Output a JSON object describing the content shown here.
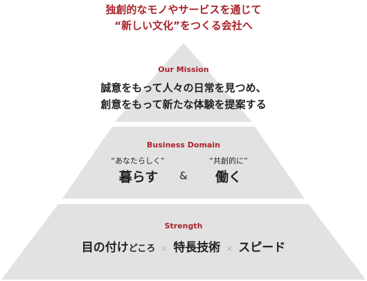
{
  "header": {
    "line1": "独創的なモノやサービスを通じて",
    "line2": "“新しい文化”をつくる会社へ"
  },
  "mission": {
    "title": "Our Mission",
    "line1": "誠意をもって人々の日常を見つめ、",
    "line2": "創意をもって新たな体験を提案する"
  },
  "domain": {
    "title": "Business Domain",
    "left_caption": "“あなたらしく”",
    "left_word": "暮らす",
    "ampersand": "&",
    "right_caption": "“共創的に”",
    "right_word": "働く"
  },
  "strength": {
    "title": "Strength",
    "item1_main": "目の付け",
    "item1_small": "どころ",
    "sep1": "×",
    "item2": "特長技術",
    "sep2": "×",
    "item3": "スピード"
  },
  "colors": {
    "accent": "#a8232c",
    "tier_fill": "#e2e2e2",
    "text": "#231f20"
  }
}
